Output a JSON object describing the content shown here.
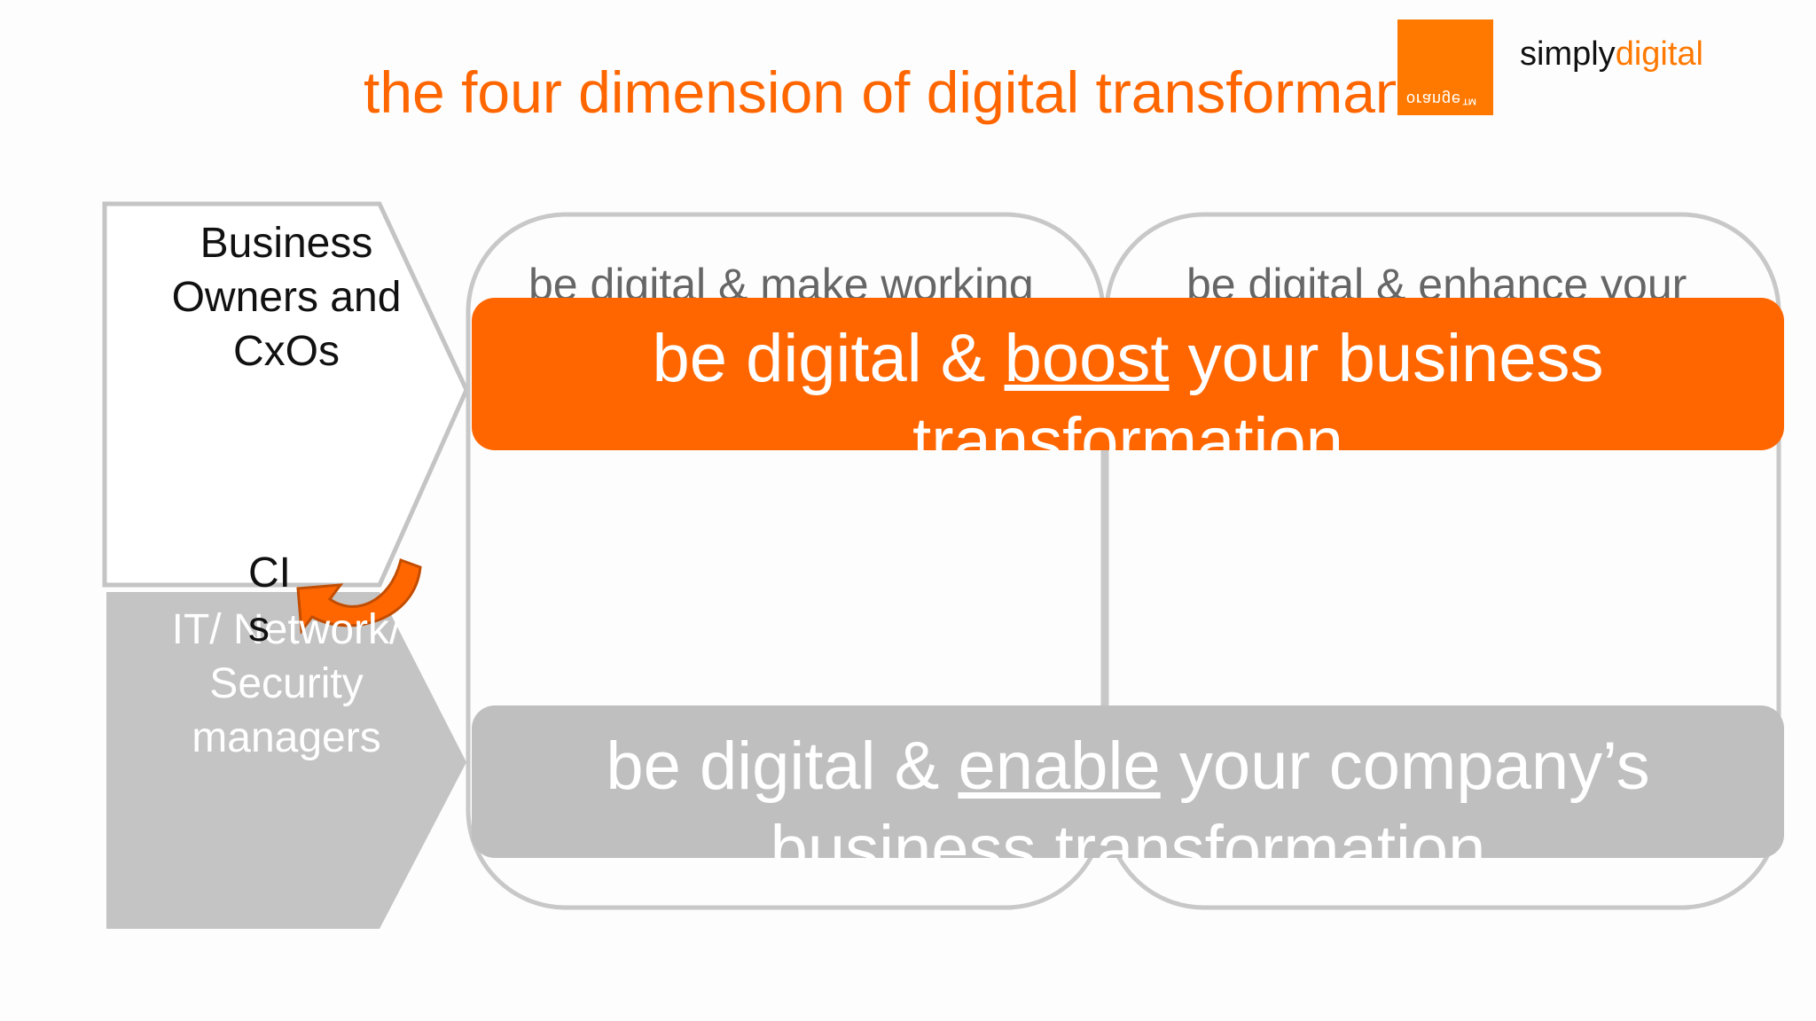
{
  "slide": {
    "title": "the four dimension of digital transforma",
    "title_tail": "n"
  },
  "logo": {
    "square_text": "orange™",
    "brand_prefix": "simply",
    "brand_suffix": "digital",
    "brand_color": "#ff7900"
  },
  "sidebar": {
    "business_lines": [
      "Business",
      "Owners and",
      "CxOs"
    ],
    "cio_lines": [
      "CI",
      "s"
    ],
    "it_lines": [
      "IT/ Network/",
      "Security",
      "managers"
    ]
  },
  "cards": {
    "top_left_partial": "be digital & make working",
    "top_right_partial": "be digital & enhance your"
  },
  "bands": {
    "boost": {
      "before": "be digital & ",
      "keyword": "boost",
      "after": " your business",
      "line2": "transformation",
      "color": "#ff6600"
    },
    "enable": {
      "before": "be digital & ",
      "keyword": "enable",
      "after": " your company’s",
      "line2": "business transformation",
      "color": "#bfbfbf"
    }
  },
  "icons": {
    "curved_arrow": "curved-return-arrow-icon"
  }
}
